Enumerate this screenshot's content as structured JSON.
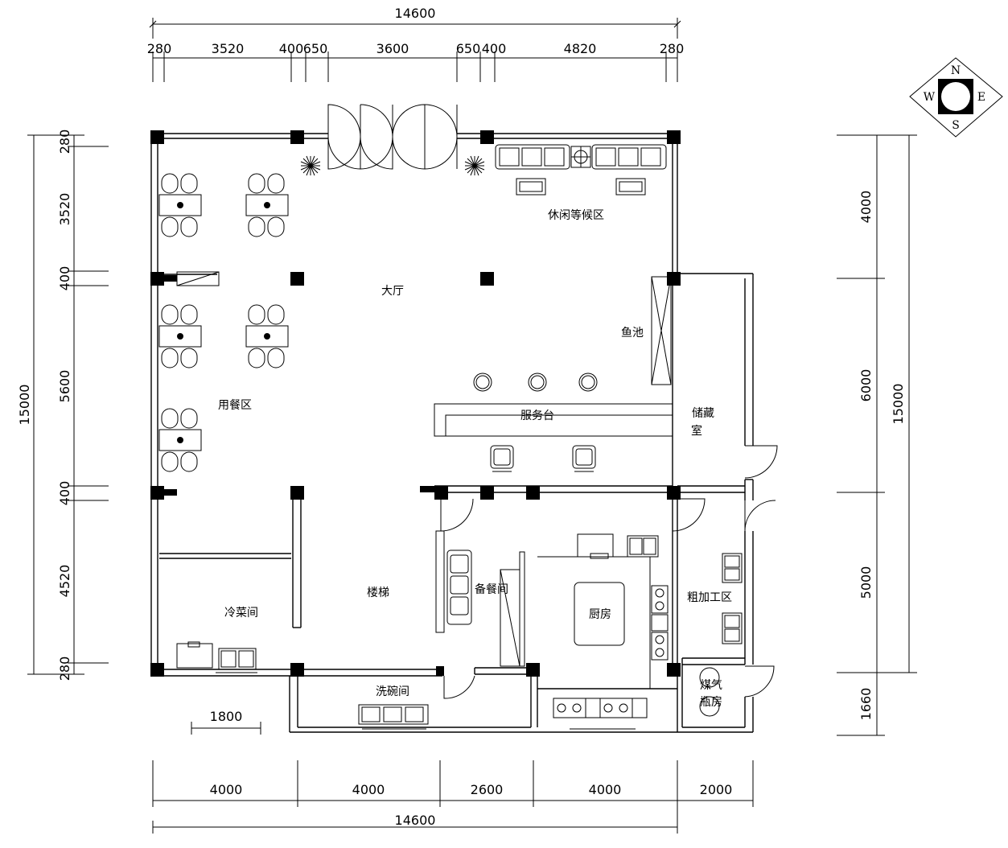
{
  "dimensions": {
    "top_total": "14600",
    "top_segments": [
      "280",
      "3520",
      "400",
      "650",
      "3600",
      "650",
      "400",
      "4820",
      "280"
    ],
    "left_segments": [
      "280",
      "3520",
      "400",
      "5600",
      "400",
      "4520",
      "280"
    ],
    "left_total": "15000",
    "right_segments": [
      "4000",
      "6000",
      "5000",
      "1660"
    ],
    "right_total": "15000",
    "bottom_segments": [
      "4000",
      "4000",
      "2600",
      "4000",
      "2000"
    ],
    "bottom_total": "14600",
    "small_1800": "1800"
  },
  "rooms": {
    "lounge": "休闲等候区",
    "hall": "大厅",
    "fish_pond": "鱼池",
    "dining": "用餐区",
    "service": "服务台",
    "storage_1": "储藏",
    "storage_2": "室",
    "cold_dish": "冷菜间",
    "stairs": "楼梯",
    "pantry": "备餐间",
    "kitchen": "厨房",
    "rough": "粗加工区",
    "dishwash": "洗碗间",
    "gas_1": "煤气",
    "gas_2": "瓶房"
  },
  "compass": {
    "n": "N",
    "s": "S",
    "e": "E",
    "w": "W"
  }
}
